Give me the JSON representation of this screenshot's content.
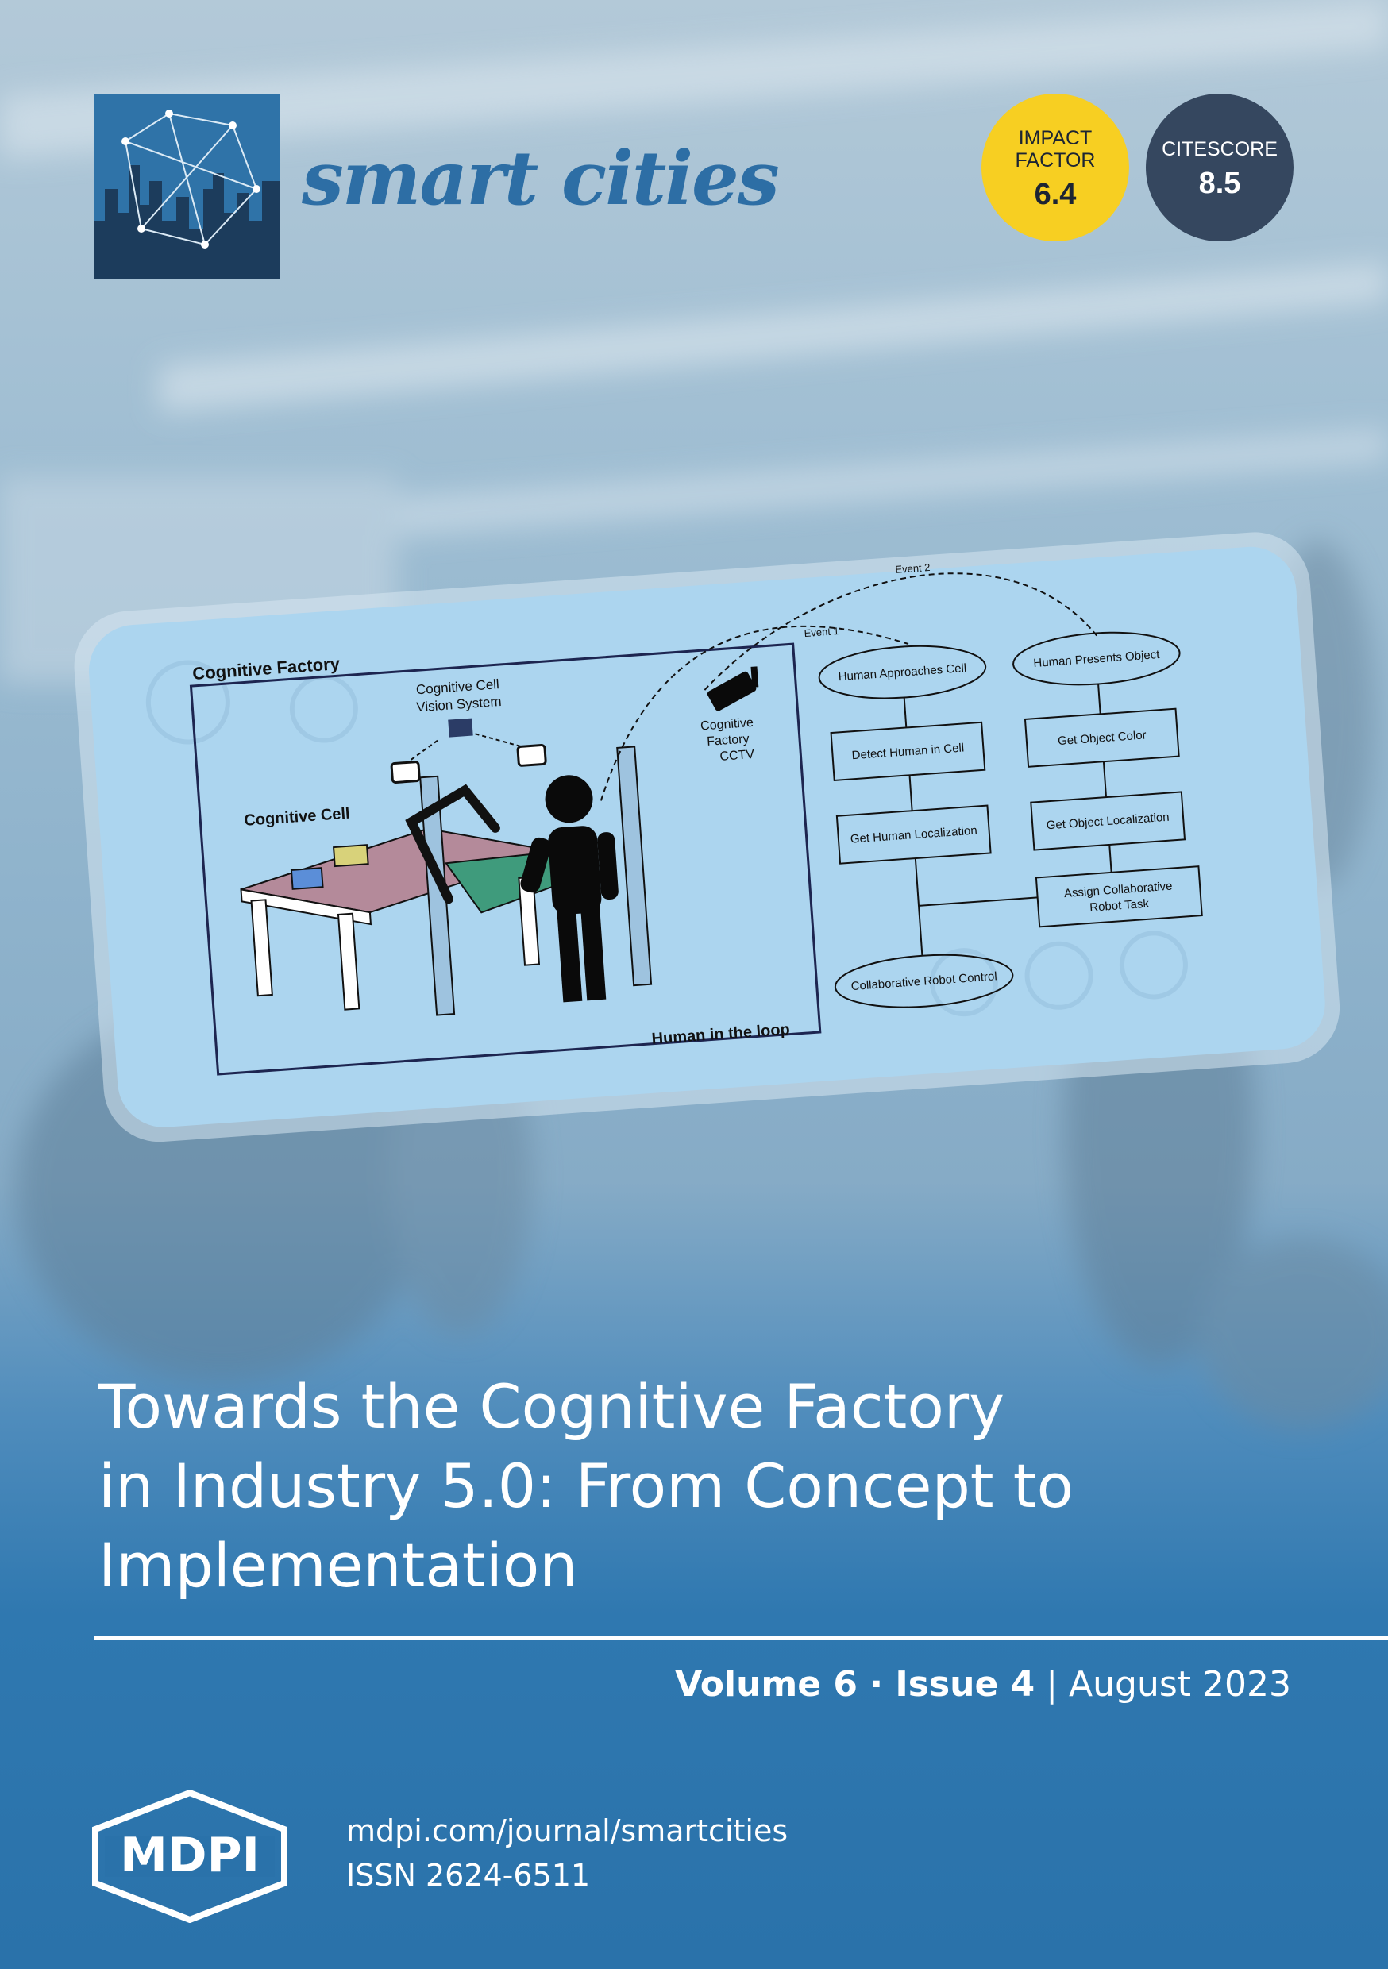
{
  "journal": {
    "name": "smart cities"
  },
  "metrics": {
    "impact_factor_label_1": "IMPACT",
    "impact_factor_label_2": "FACTOR",
    "impact_factor_value": "6.4",
    "citescore_label": "CITESCORE",
    "citescore_value": "8.5"
  },
  "figure": {
    "factory_label": "Cognitive Factory",
    "vision_label_1": "Cognitive Cell",
    "vision_label_2": "Vision System",
    "cell_label": "Cognitive Cell",
    "cctv_label_1": "Cognitive",
    "cctv_label_2": "Factory",
    "cctv_label_3": "CCTV",
    "human_label": "Human in the loop",
    "event1": "Event 1",
    "event2": "Event 2",
    "flow": {
      "approach": "Human Approaches Cell",
      "presents": "Human Presents Object",
      "detect": "Detect Human in Cell",
      "color": "Get Object Color",
      "human_loc": "Get Human Localization",
      "object_loc": "Get Object Localization",
      "assign_1": "Assign Collaborative",
      "assign_2": "Robot Task",
      "control": "Collaborative Robot Control"
    }
  },
  "cover": {
    "title_line1": "Towards the Cognitive Factory",
    "title_line2": "in Industry 5.0: From Concept to",
    "title_line3": "Implementation",
    "volume": "Volume 6",
    "separator": " · ",
    "issue": "Issue 4",
    "pipe": " | ",
    "date": "August 2023"
  },
  "publisher": {
    "name": "MDPI",
    "url": "mdpi.com/journal/smartcities",
    "issn": "ISSN 2624-6511"
  },
  "colors": {
    "title_blue": "#2d6ea5",
    "impact_yellow": "#f7cf22",
    "citescore_navy": "#35475f",
    "bottom_blue": "#2a72aa"
  }
}
